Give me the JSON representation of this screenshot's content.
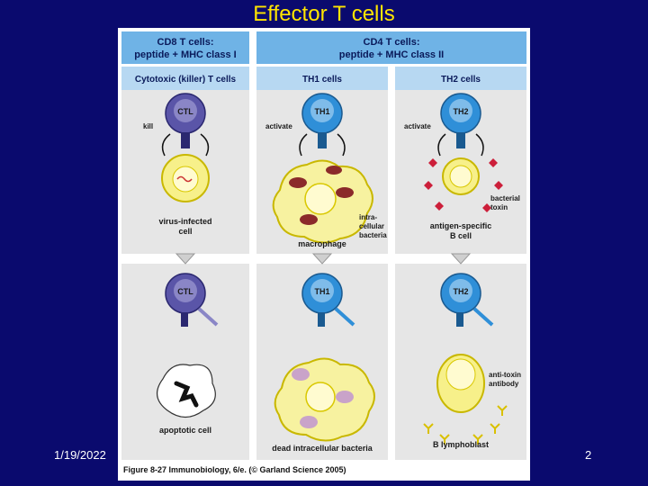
{
  "slide": {
    "title": "Effector T cells",
    "date": "1/19/2022",
    "page_number": "2"
  },
  "figure": {
    "cd8_header_line1": "CD8 T cells:",
    "cd8_header_line2": "peptide + MHC class I",
    "cd4_header_line1": "CD4 T cells:",
    "cd4_header_line2": "peptide + MHC class II",
    "col1_subheader": "Cytotoxic (killer) T cells",
    "col2_subheader": "TH1 cells",
    "col3_subheader": "TH2 cells",
    "ctl_label": "CTL",
    "th1_label": "TH1",
    "th2_label": "TH2",
    "kill_label": "kill",
    "activate_label": "activate",
    "virus_infected_line1": "virus-infected",
    "virus_infected_line2": "cell",
    "macrophage_label": "macrophage",
    "intracellular_line1": "intra-",
    "intracellular_line2": "cellular",
    "intracellular_line3": "bacteria",
    "bacterial_toxin_line1": "bacterial",
    "bacterial_toxin_line2": "toxin",
    "antigen_specific_line1": "antigen-specific",
    "antigen_specific_line2": "B cell",
    "anti_toxin_line1": "anti-toxin",
    "anti_toxin_line2": "antibody",
    "apoptotic_label": "apoptotic cell",
    "dead_bacteria_label": "dead intracellular bacteria",
    "b_lymphoblast_label": "B lymphoblast",
    "caption": "Figure 8-27  Immunobiology, 6/e. (© Garland Science 2005)"
  },
  "colors": {
    "background": "#0a0a6e",
    "title": "#ffe500",
    "header_fill": "#6fb3e6",
    "subheader_fill": "#b7d8f2",
    "panel_fill": "#e8e8e8",
    "t_cell_purple": "#5a55a8",
    "t_cell_blue": "#2f8fd8",
    "cell_yellow": "#f7f08a",
    "macrophage_yellow": "#f7f2a0",
    "bacteria_red": "#8b2a2a",
    "toxin_red": "#cc1f3a"
  }
}
